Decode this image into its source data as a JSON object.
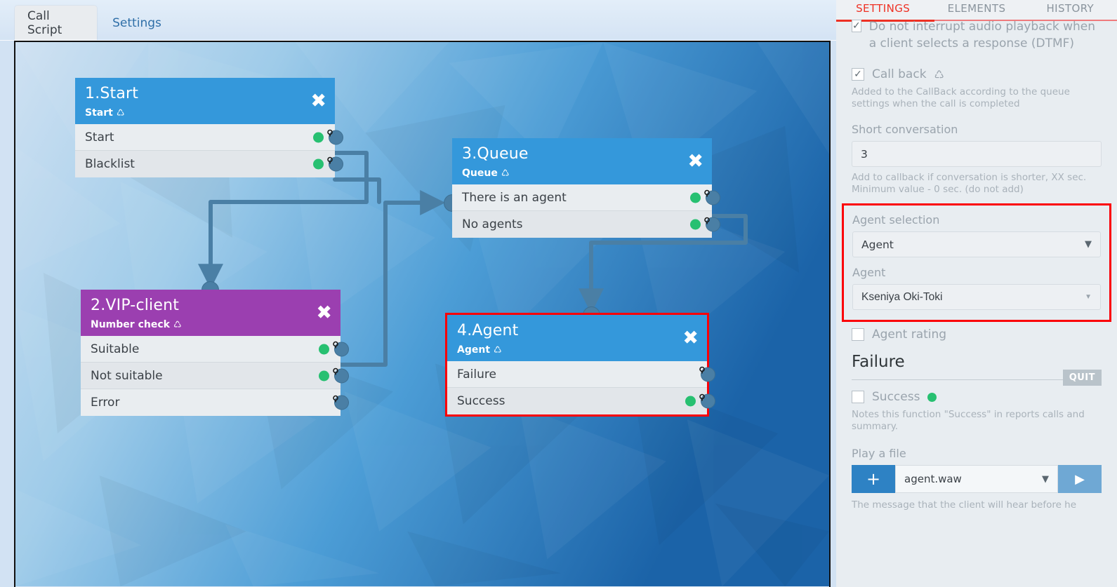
{
  "tabs": [
    {
      "label": "Call Script",
      "active": true
    },
    {
      "label": "Settings",
      "active": false
    }
  ],
  "canvas": {
    "nodes": [
      {
        "title": "1.Start",
        "subtitle": "Start",
        "refresh_icon": "refresh-icon",
        "close_icon": "close-icon",
        "color": "#3498db",
        "highlighted": false,
        "rows": [
          {
            "label": "Start",
            "green": true
          },
          {
            "label": "Blacklist",
            "green": true
          }
        ]
      },
      {
        "title": "2.VIP-client",
        "subtitle": "Number check",
        "refresh_icon": "refresh-icon",
        "close_icon": "close-icon",
        "color": "#9b3fb0",
        "highlighted": false,
        "rows": [
          {
            "label": "Suitable",
            "green": true
          },
          {
            "label": "Not suitable",
            "green": true
          },
          {
            "label": "Error",
            "green": false
          }
        ]
      },
      {
        "title": "3.Queue",
        "subtitle": "Queue",
        "refresh_icon": "refresh-icon",
        "close_icon": "close-icon",
        "color": "#3498db",
        "highlighted": false,
        "rows": [
          {
            "label": "There is an agent",
            "green": true
          },
          {
            "label": "No agents",
            "green": true
          }
        ]
      },
      {
        "title": "4.Agent",
        "subtitle": "Agent",
        "refresh_icon": "refresh-icon",
        "close_icon": "close-icon",
        "color": "#3498db",
        "highlighted": true,
        "rows": [
          {
            "label": "Failure",
            "green": false
          },
          {
            "label": "Success",
            "green": true
          }
        ]
      }
    ]
  },
  "panel": {
    "tabs": [
      {
        "label": "SETTINGS",
        "active": true
      },
      {
        "label": "ELEMENTS",
        "active": false
      },
      {
        "label": "HISTORY",
        "active": false
      }
    ],
    "dtmf": {
      "label": "Do not interrupt audio playback when a client selects a response (DTMF)",
      "checked": true
    },
    "callback": {
      "label": "Call back",
      "refresh_icon": "refresh-icon",
      "checked": true,
      "hint": "Added to the CallBack according to the queue settings when the call is completed"
    },
    "short_conversation": {
      "label": "Short conversation",
      "value": "3",
      "hint": "Add to callback if conversation is shorter, XX sec. Minimum value - 0 sec. (do not add)"
    },
    "agent_selection": {
      "label": "Agent selection",
      "value": "Agent",
      "agent_label": "Agent",
      "agent_value": "Kseniya Oki-Toki",
      "highlight_color": "#fb0007"
    },
    "agent_rating": {
      "label": "Agent rating",
      "checked": false
    },
    "failure": {
      "title": "Failure",
      "quit_badge": "QUIT"
    },
    "success": {
      "label": "Success",
      "checked": false,
      "dot_color": "#27c071",
      "hint": "Notes this function \"Success\" in reports calls and summary."
    },
    "play_file": {
      "label": "Play a file",
      "add_label": "+",
      "file_value": "agent.waw",
      "play_icon": "play-icon",
      "hint": "The message that the client will hear before he"
    }
  }
}
